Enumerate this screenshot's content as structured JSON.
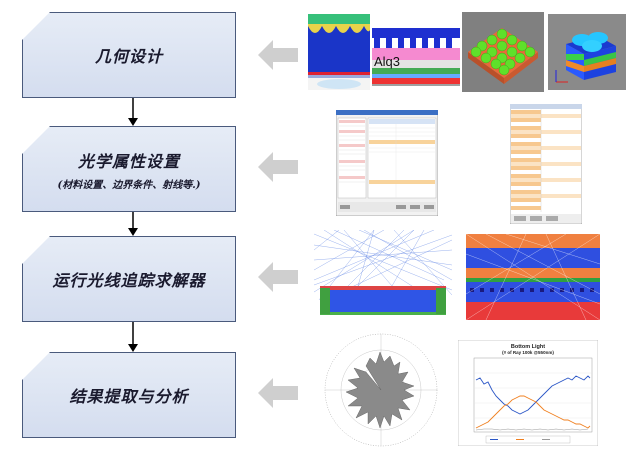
{
  "steps": [
    {
      "title": "几何设计",
      "subtitle": ""
    },
    {
      "title": "光学属性设置",
      "subtitle": "(材料设置、边界条件、射线等.)"
    },
    {
      "title": "运行光线追踪求解器",
      "subtitle": ""
    },
    {
      "title": "结果提取与分析",
      "subtitle": ""
    }
  ],
  "thumbnails": {
    "alq3_label": "Alq3",
    "bottom_light_title": "Bottom Light",
    "bottom_light_subtitle": "(# of Ray 100k @550nm)"
  },
  "colors": {
    "box_fill": "#dce3f1",
    "box_border": "#4a5a7c",
    "arrow_gray": "#c8c8c8"
  }
}
